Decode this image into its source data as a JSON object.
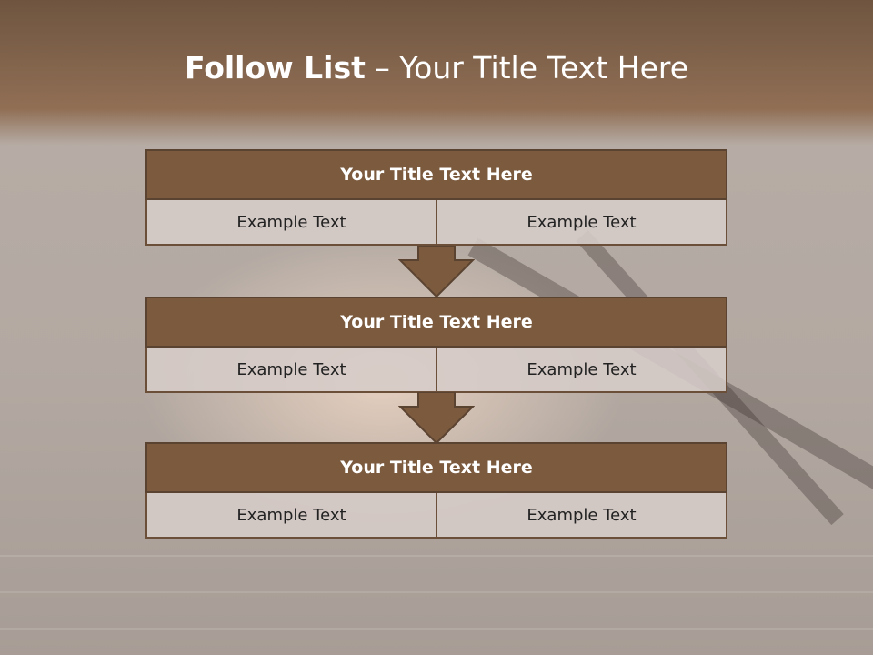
{
  "slide": {
    "title_bold": "Follow List",
    "title_rest": " – Your Title Text Here"
  },
  "colors": {
    "header": "#7b5a3e",
    "border": "#5b4331",
    "cell": "#d6ccc8",
    "arrow": "#7b5a3e"
  },
  "steps": [
    {
      "title": "Your Title Text Here",
      "left": "Example Text",
      "right": "Example Text"
    },
    {
      "title": "Your Title Text Here",
      "left": "Example Text",
      "right": "Example Text"
    },
    {
      "title": "Your Title Text Here",
      "left": "Example Text",
      "right": "Example Text"
    }
  ]
}
